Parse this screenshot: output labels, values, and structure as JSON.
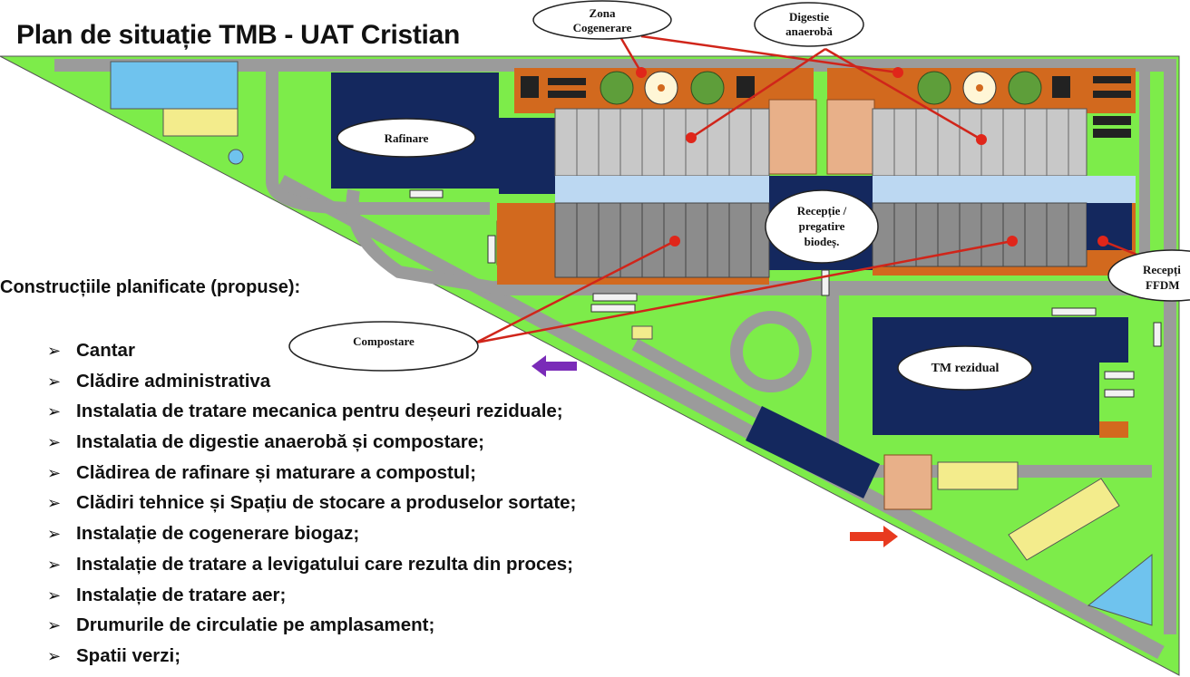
{
  "title": "Plan de situație TMB - UAT Cristian",
  "labels": {
    "zona_cogenerare_l1": "Zona",
    "zona_cogenerare_l2": "Cogenerare",
    "digestie_l1": "Digestie",
    "digestie_l2": "anaerobă",
    "rafinare": "Rafinare",
    "receptie_l1": "Recepție /",
    "receptie_l2": "pregatire",
    "receptie_l3": "biodeș.",
    "receptie_ffdm_l1": "Recepți",
    "receptie_ffdm_l2": "FFDM",
    "compostare": "Compostare",
    "tm_rezidual": "TM rezidual"
  },
  "list": {
    "heading": "Construcțiile planificate (propuse):",
    "items": [
      "Cantar",
      "Clădire administrativa",
      "Instalatia de tratare mecanica pentru deșeuri reziduale;",
      "Instalatia de digestie anaerobă și compostare;",
      "Clădirea de rafinare și maturare a compostul;",
      "Clădiri tehnice și Spațiu de stocare a produselor sortate;",
      "Instalație de cogenerare biogaz;",
      "Instalație de tratare a levigatului care rezulta din proces;",
      "Instalație de tratare aer;",
      "Drumurile de circulatie pe amplasament;",
      "Spatii verzi;"
    ]
  },
  "colors": {
    "grass": "#7dec4a",
    "road": "#9b9b9b",
    "building": "#14285e",
    "orange": "#d2691e",
    "light_blue": "#bcd8f2",
    "panel_grey": "#c8c8c8",
    "yellow": "#f3ec8c",
    "water": "#6fc3ee",
    "pointer_red": "#e0261a",
    "arrow_purple": "#7a2bb8",
    "arrow_red": "#e83a1f"
  },
  "icons": [
    "bullet-arrow-icon",
    "entry-arrow-icon",
    "exit-arrow-icon"
  ]
}
